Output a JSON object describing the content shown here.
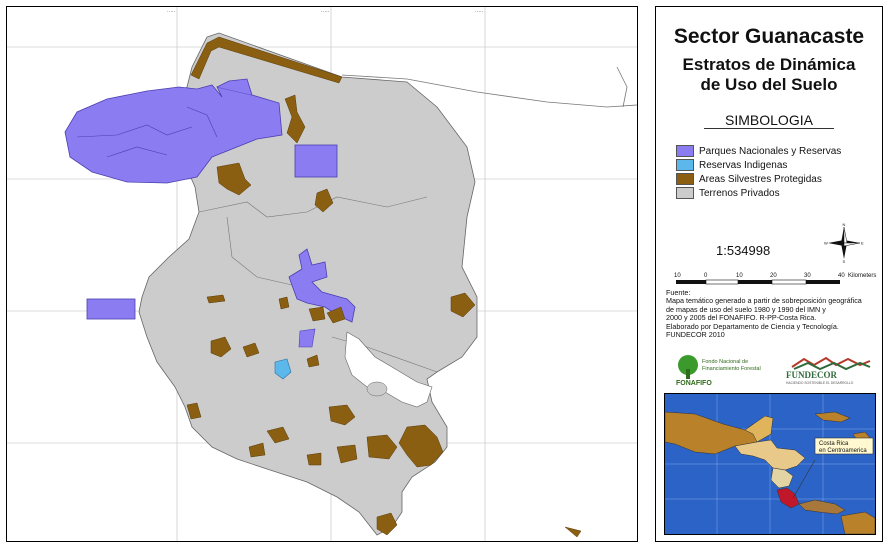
{
  "title": {
    "line1": "Sector Guanacaste",
    "line2a": "Estratos de Dinámica",
    "line2b": "de Uso del Suelo"
  },
  "legend": {
    "heading": "SIMBOLOGIA",
    "items": [
      {
        "label": "Parques Nacionales y Reservas",
        "color": "#8b7cf2"
      },
      {
        "label": "Reservas Indigenas",
        "color": "#5cb8ea"
      },
      {
        "label": "Areas Silvestres Protegidas",
        "color": "#8a5f12"
      },
      {
        "label": "Terrenos Privados",
        "color": "#cccccc"
      }
    ]
  },
  "scale": {
    "ratio": "1:534998",
    "ticks": [
      "10",
      "0",
      "10",
      "20",
      "30",
      "40"
    ],
    "unit": "Kilometers"
  },
  "north_arrow": {
    "n": "N",
    "s": "S",
    "e": "E",
    "w": "W"
  },
  "source": {
    "heading": "Fuente:",
    "lines": [
      "Mapa temático generado a partir de sobreposición geográfica",
      "de mapas de uso del suelo 1980 y 1990 del IMN y",
      "2000 y 2005 del FONAFIFO.  R-PP-Costa Rica.",
      "Elaborado por Departamento de Ciencia y Tecnología.",
      "FUNDECOR 2010"
    ]
  },
  "logos": {
    "fonafifo_line1": "Fondo Nacional de",
    "fonafifo_line2": "Financiamiento Forestal",
    "fonafifo_name": "FONAFIFO",
    "fundecor_name": "FUNDECOR",
    "fundecor_tag": "HACIENDO SOSTENIBLE EL DESARROLLO"
  },
  "inset": {
    "label_line1": "Costa Rica",
    "label_line2": "en Centroamerica"
  },
  "colors": {
    "parks": "#8b7cf2",
    "indigenous": "#5cb8ea",
    "protected": "#8a5f12",
    "private": "#cccccc",
    "sea": "#2b63c7"
  }
}
